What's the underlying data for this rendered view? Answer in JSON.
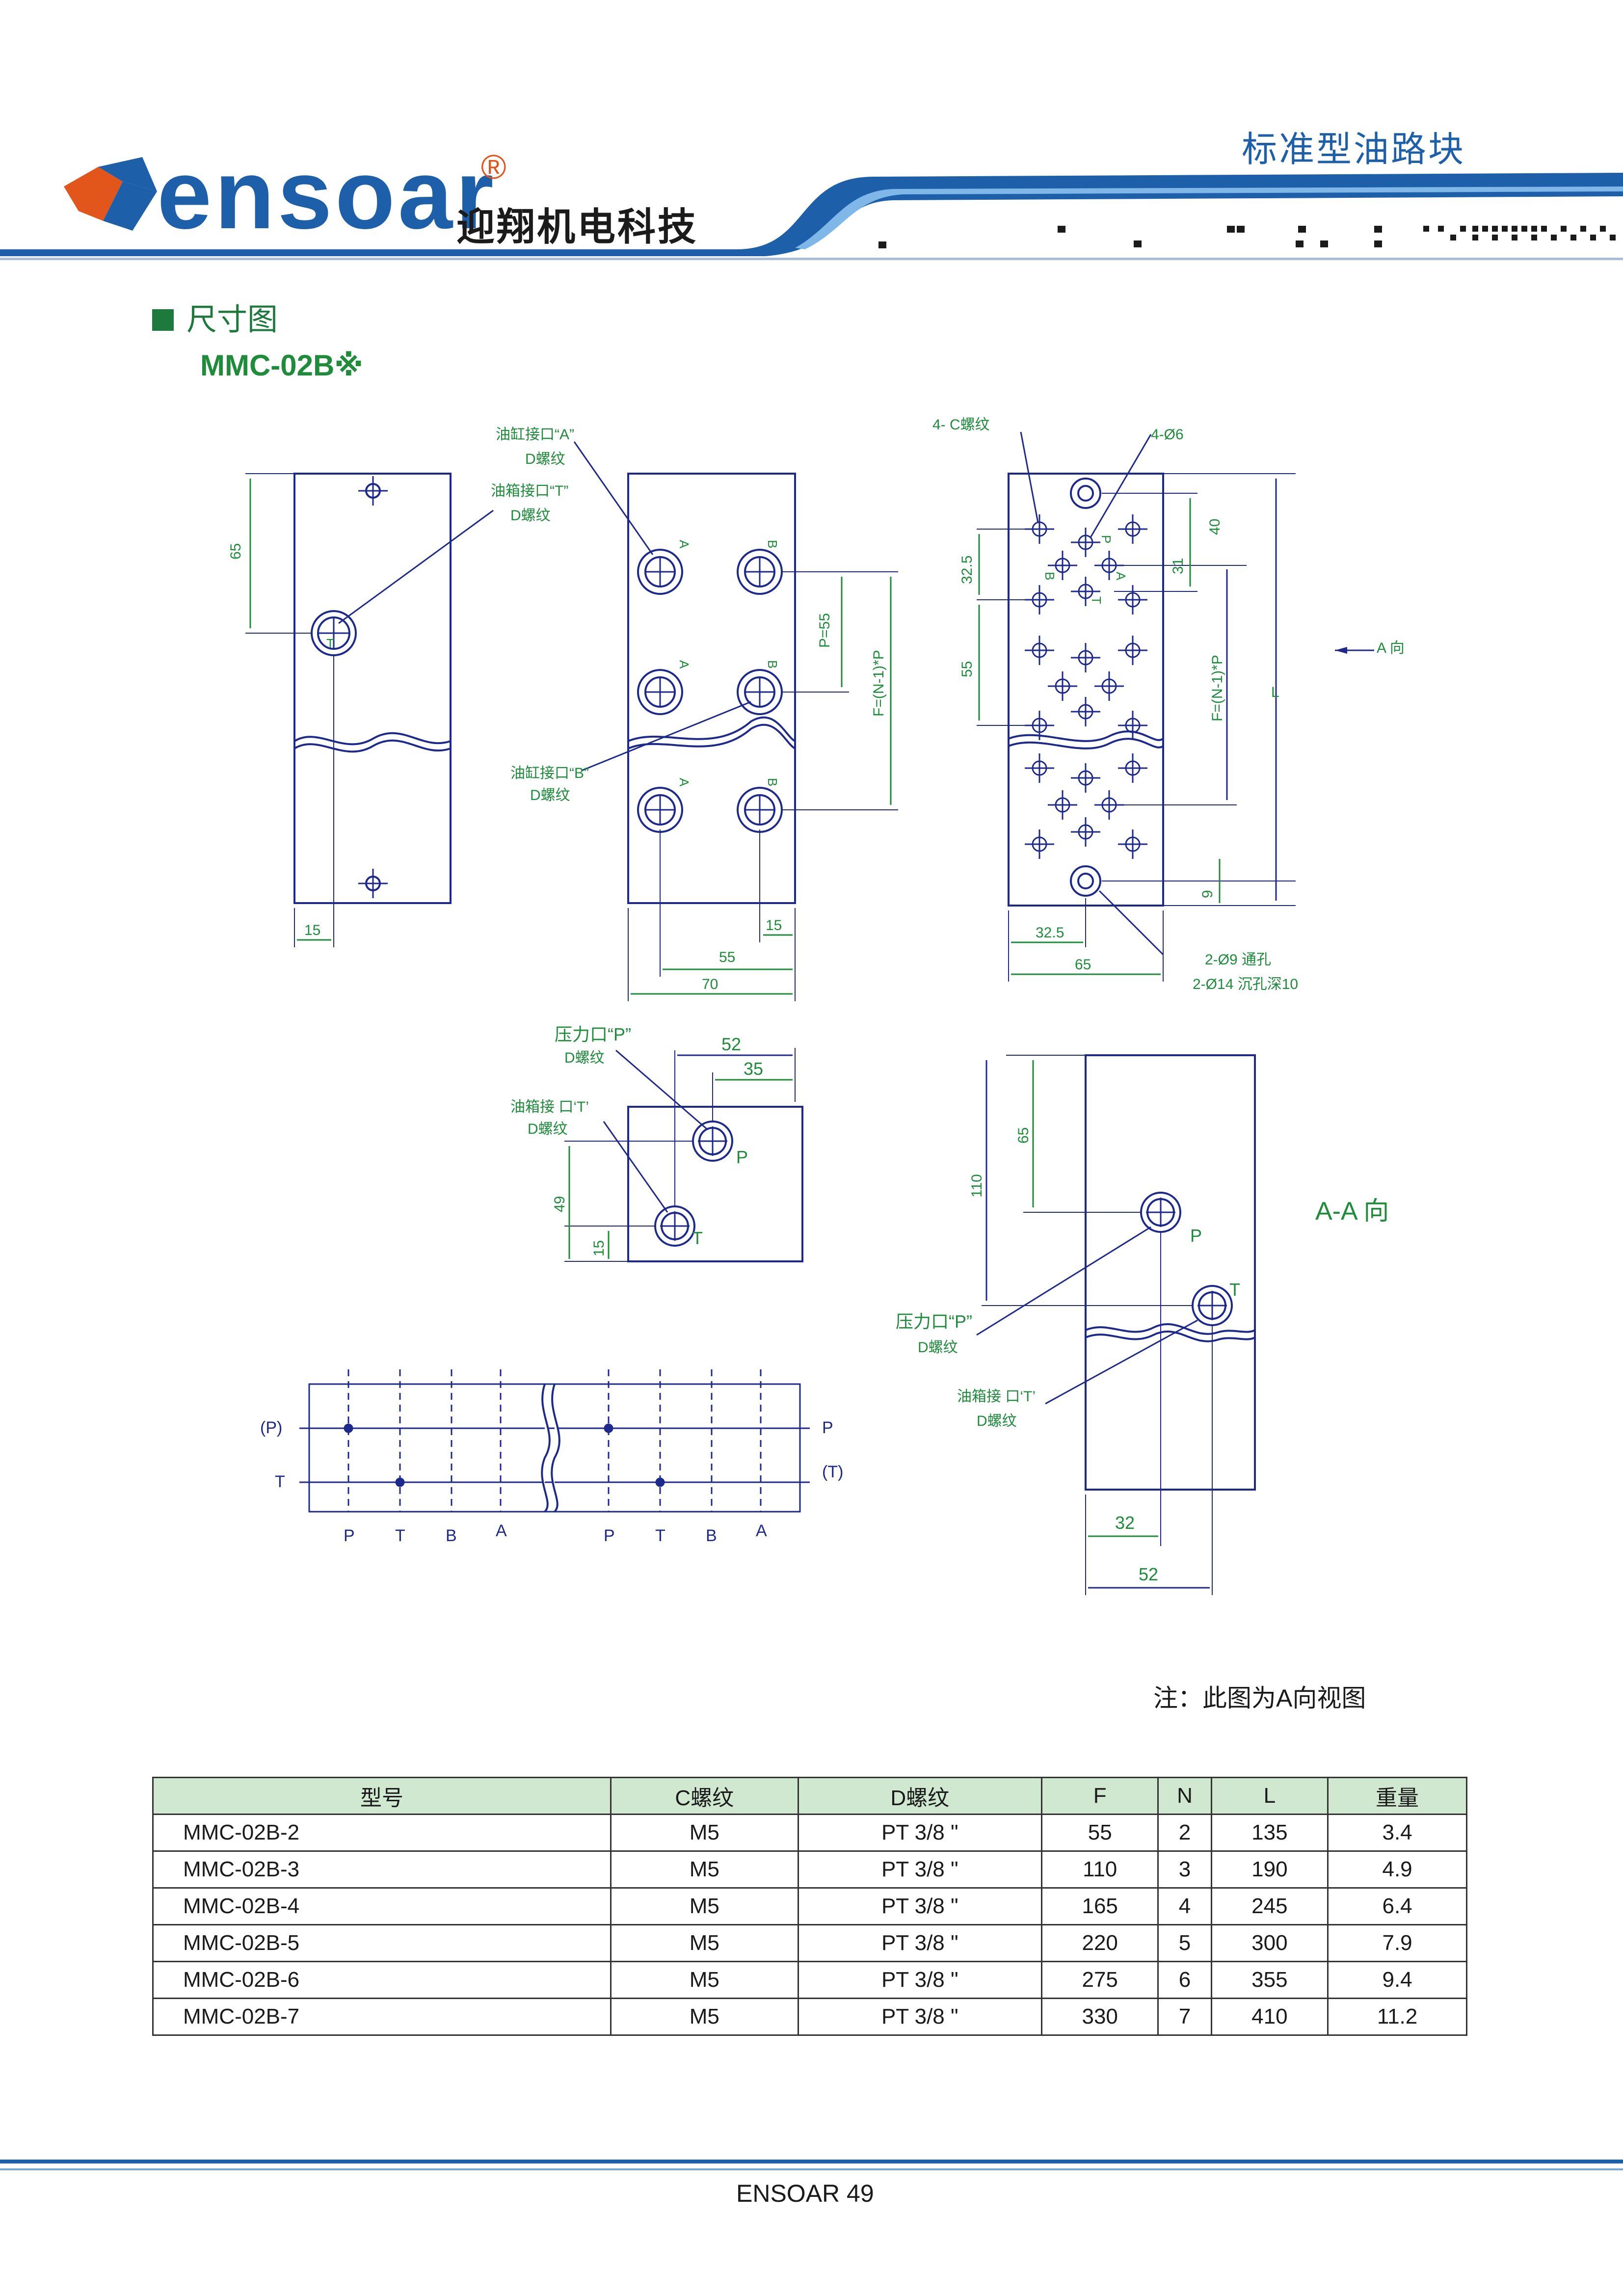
{
  "header": {
    "brand_logo_text": "ensoar",
    "brand_reg": "®",
    "brand_cn": "迎翔机电科技",
    "category": "标准型油路块"
  },
  "section": {
    "title": "尺寸图",
    "model": "MMC-02B※"
  },
  "drawing_labels": {
    "cyl_port_a": "油缸接口“A”",
    "cyl_port_b": "油缸接口“B”",
    "tank_port_t": "油箱接口“T”",
    "tank_port_t2": "油箱接 口‘T’",
    "pressure_port_p": "压力口“P”",
    "d_thread": "D螺纹",
    "c_thread_4": "4- C螺纹",
    "hole_4_phi6": "4-Ø6",
    "through_hole": "2-Ø9 通孔",
    "counterbore": "2-Ø14 沉孔深10",
    "view_a": "A 向",
    "view_aa": "A-A 向",
    "p_pitch": "P=55",
    "f_formula": "F=(N-1)*P",
    "l_label": "L",
    "letter_a": "A",
    "letter_b": "B",
    "letter_p": "P",
    "letter_t": "T",
    "letter_p_paren": "(P)",
    "letter_t_paren": "(T)",
    "dims": {
      "d65": "65",
      "d15": "15",
      "d55": "55",
      "d70": "70",
      "d40": "40",
      "d31": "31",
      "d32_5": "32.5",
      "d9": "9",
      "d52": "52",
      "d35": "35",
      "d49": "49",
      "d110": "110",
      "d32": "32"
    }
  },
  "note": "注：此图为A向视图",
  "spec_table": {
    "headers": [
      "型号",
      "C螺纹",
      "D螺纹",
      "F",
      "N",
      "L",
      "重量"
    ],
    "rows": [
      [
        "MMC-02B-2",
        "M5",
        "PT 3/8 \"",
        "55",
        "2",
        "135",
        "3.4"
      ],
      [
        "MMC-02B-3",
        "M5",
        "PT 3/8 \"",
        "110",
        "3",
        "190",
        "4.9"
      ],
      [
        "MMC-02B-4",
        "M5",
        "PT 3/8 \"",
        "165",
        "4",
        "245",
        "6.4"
      ],
      [
        "MMC-02B-5",
        "M5",
        "PT 3/8 \"",
        "220",
        "5",
        "300",
        "7.9"
      ],
      [
        "MMC-02B-6",
        "M5",
        "PT 3/8 \"",
        "275",
        "6",
        "355",
        "9.4"
      ],
      [
        "MMC-02B-7",
        "M5",
        "PT 3/8 \"",
        "330",
        "7",
        "410",
        "11.2"
      ]
    ]
  },
  "footer": {
    "text": "ENSOAR  49"
  },
  "colors": {
    "line": "#1d2a8c",
    "dim": "#1e8c3a",
    "brand_blue": "#1d5fa8",
    "brand_orange": "#e2561b",
    "table_header": "#cfe8cf"
  }
}
